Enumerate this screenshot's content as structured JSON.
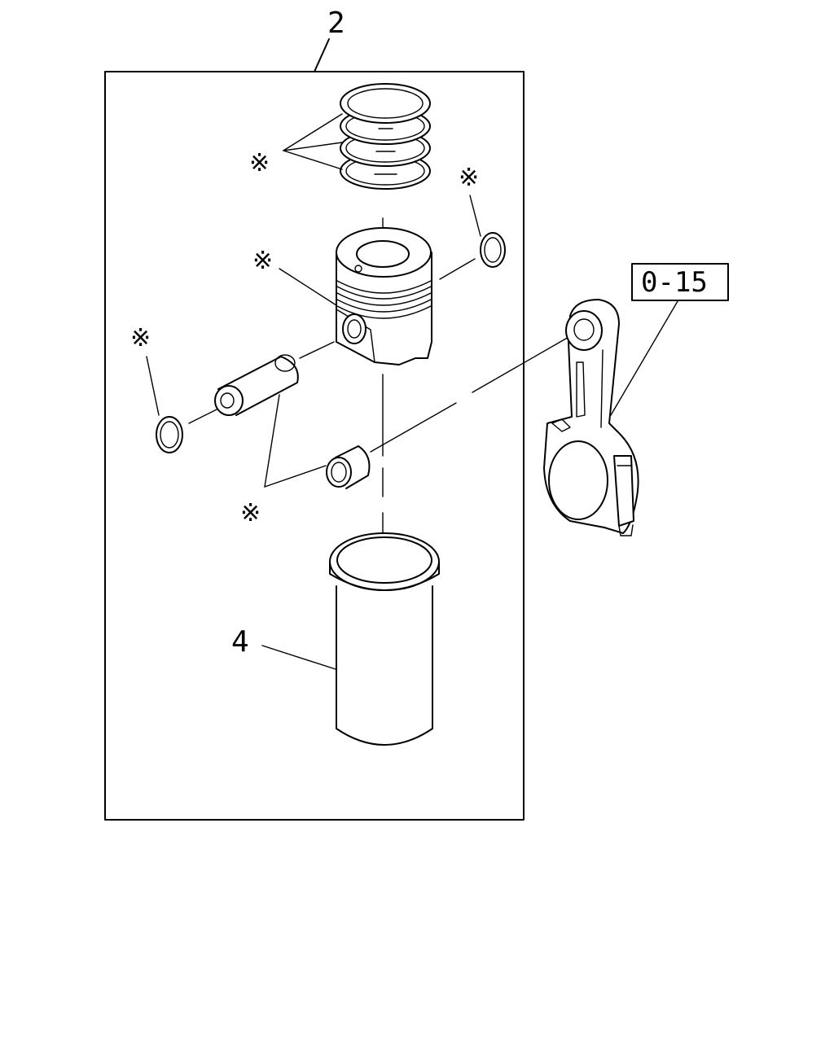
{
  "callouts": {
    "assembly": "2",
    "liner": "4",
    "reference": "0-15"
  },
  "marks": {
    "kit": "※"
  }
}
